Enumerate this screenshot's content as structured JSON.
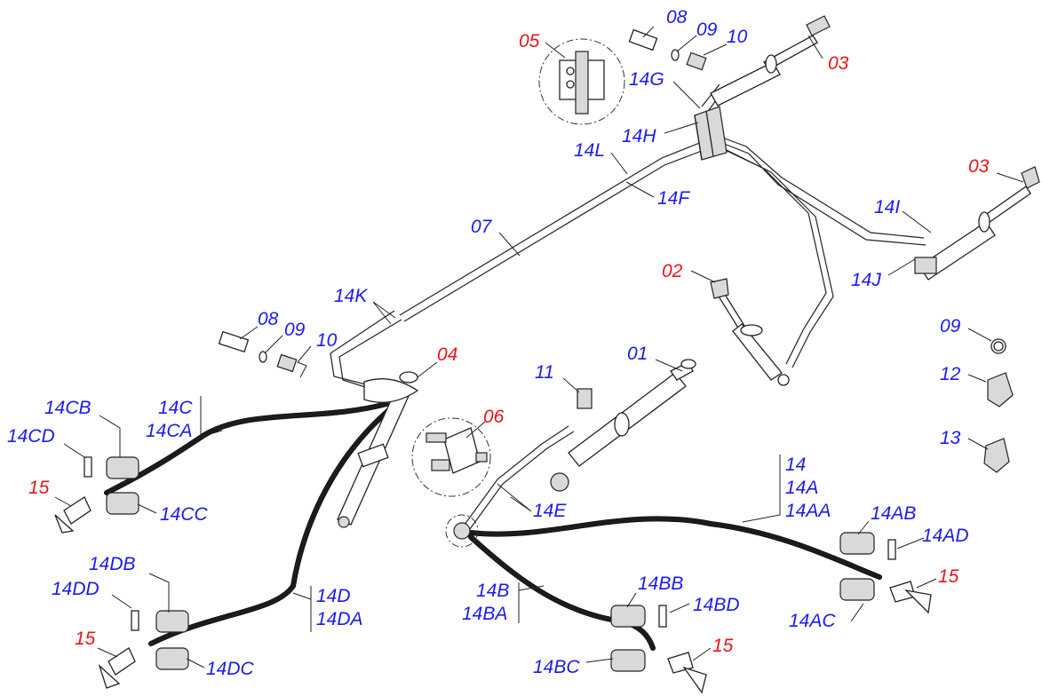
{
  "labels": {
    "l01": "01",
    "l02": "02",
    "l03a": "03",
    "l03b": "03",
    "l04": "04",
    "l05": "05",
    "l06": "06",
    "l07": "07",
    "l08a": "08",
    "l08b": "08",
    "l09a": "09",
    "l09b": "09",
    "l09c": "09",
    "l10a": "10",
    "l10b": "10",
    "l11": "11",
    "l12": "12",
    "l13": "13",
    "l14": "14",
    "l14A": "14A",
    "l14AA": "14AA",
    "l14AB": "14AB",
    "l14AC": "14AC",
    "l14AD": "14AD",
    "l14B": "14B",
    "l14BA": "14BA",
    "l14BB": "14BB",
    "l14BC": "14BC",
    "l14BD": "14BD",
    "l14C": "14C",
    "l14CA": "14CA",
    "l14CB": "14CB",
    "l14CC": "14CC",
    "l14CD": "14CD",
    "l14D": "14D",
    "l14DA": "14DA",
    "l14DB": "14DB",
    "l14DC": "14DC",
    "l14DD": "14DD",
    "l14E": "14E",
    "l14F": "14F",
    "l14G": "14G",
    "l14H": "14H",
    "l14I": "14I",
    "l14J": "14J",
    "l14K": "14K",
    "l14L": "14L",
    "l15a": "15",
    "l15b": "15",
    "l15c": "15",
    "l15d": "15"
  },
  "colors": {
    "label_blue": "#1a1aee",
    "label_red": "#e8141a",
    "line": "#222222"
  }
}
